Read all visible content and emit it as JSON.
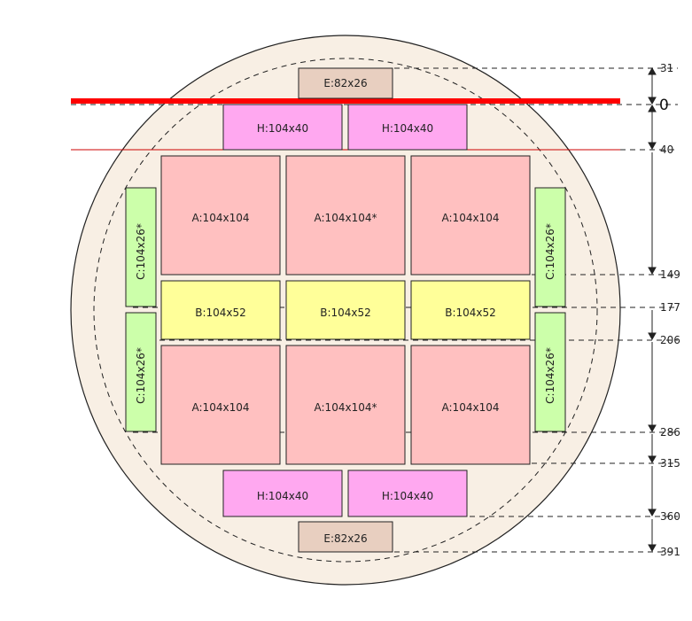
{
  "colors": {
    "wafer_fill": "#f8efe4",
    "outline": "#222222",
    "cut_line": "#ff0000",
    "A": "#ffc0c0",
    "B": "#ffff99",
    "C": "#ccffaa",
    "E": "#e8cfc0",
    "H": "#ffa8f0"
  },
  "blocks": {
    "e_top": "E:82x26",
    "h1": "H:104x40",
    "h2": "H:104x40",
    "a1": "A:104x104",
    "a2": "A:104x104*",
    "a3": "A:104x104",
    "b1": "B:104x52",
    "b2": "B:104x52",
    "b3": "B:104x52",
    "a4": "A:104x104",
    "a5": "A:104x104*",
    "a6": "A:104x104",
    "h3": "H:104x40",
    "h4": "H:104x40",
    "e_bottom": "E:82x26",
    "c1": "C:104x26*",
    "c2": "C:104x26*",
    "c3": "C:104x26*",
    "c4": "C:104x26*"
  },
  "dimensions": {
    "d31": "31",
    "d0": "0",
    "d40": "40",
    "d149": "149",
    "d177": "177",
    "d206": "206",
    "d286": "286",
    "d315": "315",
    "d360": "360",
    "d391": "391"
  }
}
